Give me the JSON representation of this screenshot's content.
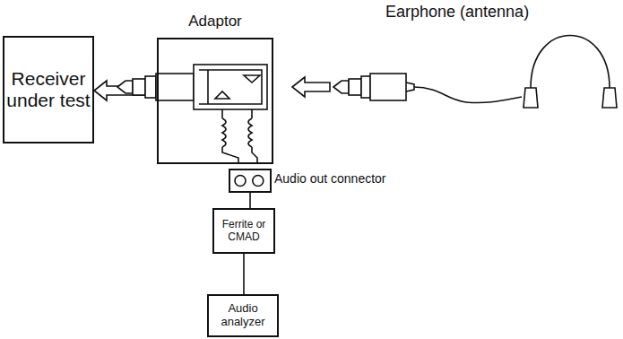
{
  "diagram": {
    "nodes": [
      {
        "text": [
          "Receiver under test"
        ]
      },
      {
        "text": [
          "Adaptor"
        ]
      },
      {
        "text": [
          "Audio out connector"
        ]
      },
      {
        "text": [
          "Ferrite or CMAD"
        ]
      },
      {
        "text": [
          "Audio analyzer"
        ]
      }
    ],
    "edges": [
      {
        "from": 1,
        "to": 0,
        "arrow": "to"
      },
      {
        "from": 2,
        "to": 3,
        "arrow": "none"
      },
      {
        "from": 3,
        "to": 4,
        "arrow": "none"
      }
    ],
    "labels": [
      "Earphone (antenna)"
    ]
  }
}
